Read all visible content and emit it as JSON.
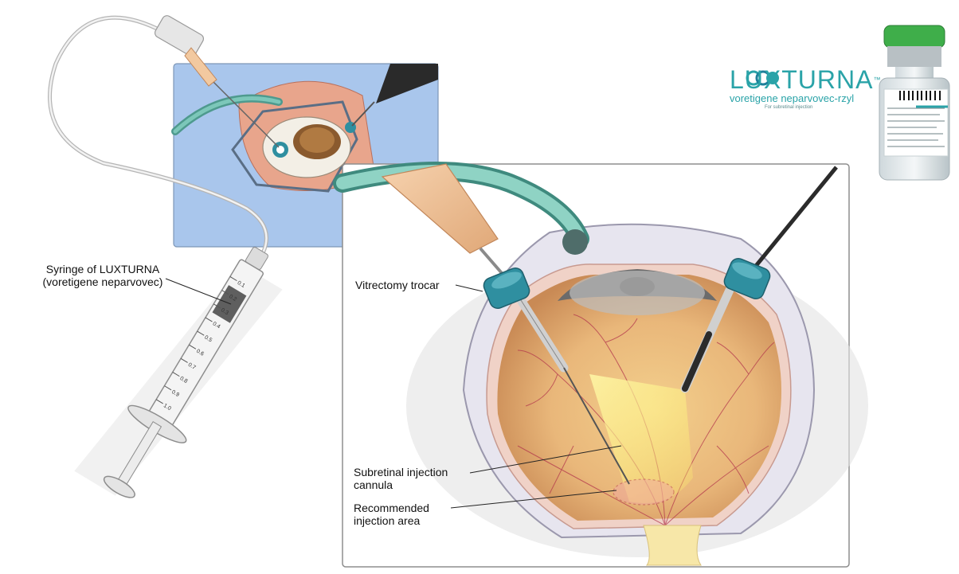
{
  "labels": {
    "syringe_line1": "Syringe of LUXTURNA",
    "syringe_line2": "(voretigene neparvovec)",
    "trocar": "Vitrectomy trocar",
    "cannula_line1": "Subretinal injection",
    "cannula_line2": "cannula",
    "area_line1": "Recommended",
    "area_line2": "injection area"
  },
  "brand": {
    "name": "LUXTURNA",
    "trademark": "™",
    "generic": "voretigene neparvovec-rzyl",
    "route": "For subretinal injection"
  },
  "syringe_ticks": [
    "0.1",
    "0.2",
    "0.3",
    "0.4",
    "0.5",
    "0.6",
    "0.7",
    "0.8",
    "0.9",
    "1.0"
  ],
  "colors": {
    "brand_teal": "#2aa3a8",
    "trocar_teal": "#2f8fa0",
    "drape_blue": "#a9c6ec",
    "retina_orange": "#e9b77a",
    "vial_cap_green": "#3fae4a"
  }
}
